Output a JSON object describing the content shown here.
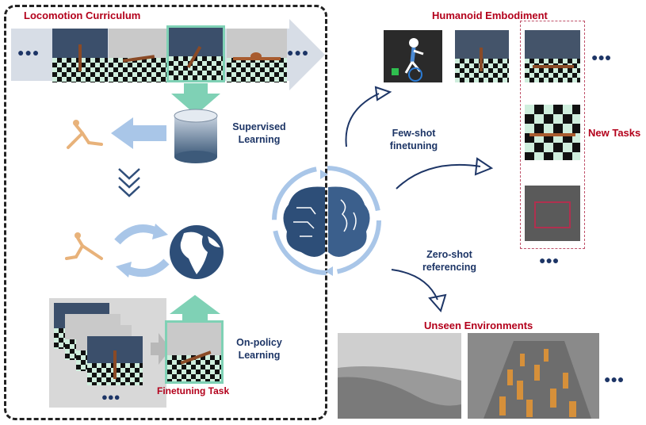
{
  "titles": {
    "curriculum": "Locomotion Curriculum",
    "humanoid": "Humanoid Embodiment",
    "unseen": "Unseen Environments",
    "new_tasks": "New Tasks",
    "finetune_task": "Finetuning Task"
  },
  "labels": {
    "supervised": [
      "Supervised",
      "Learning"
    ],
    "on_policy": [
      "On-policy",
      "Learning"
    ],
    "few_shot": [
      "Few-shot",
      "finetuning"
    ],
    "zero_shot": [
      "Zero-shot",
      "referencing"
    ]
  },
  "ellipsis": "●●●",
  "colors": {
    "red_title": "#b3001b",
    "blue_text": "#1d3566",
    "arrow_light": "#a9c6e8",
    "teal": "#7fd1b5",
    "dark_blue": "#1d3566"
  }
}
